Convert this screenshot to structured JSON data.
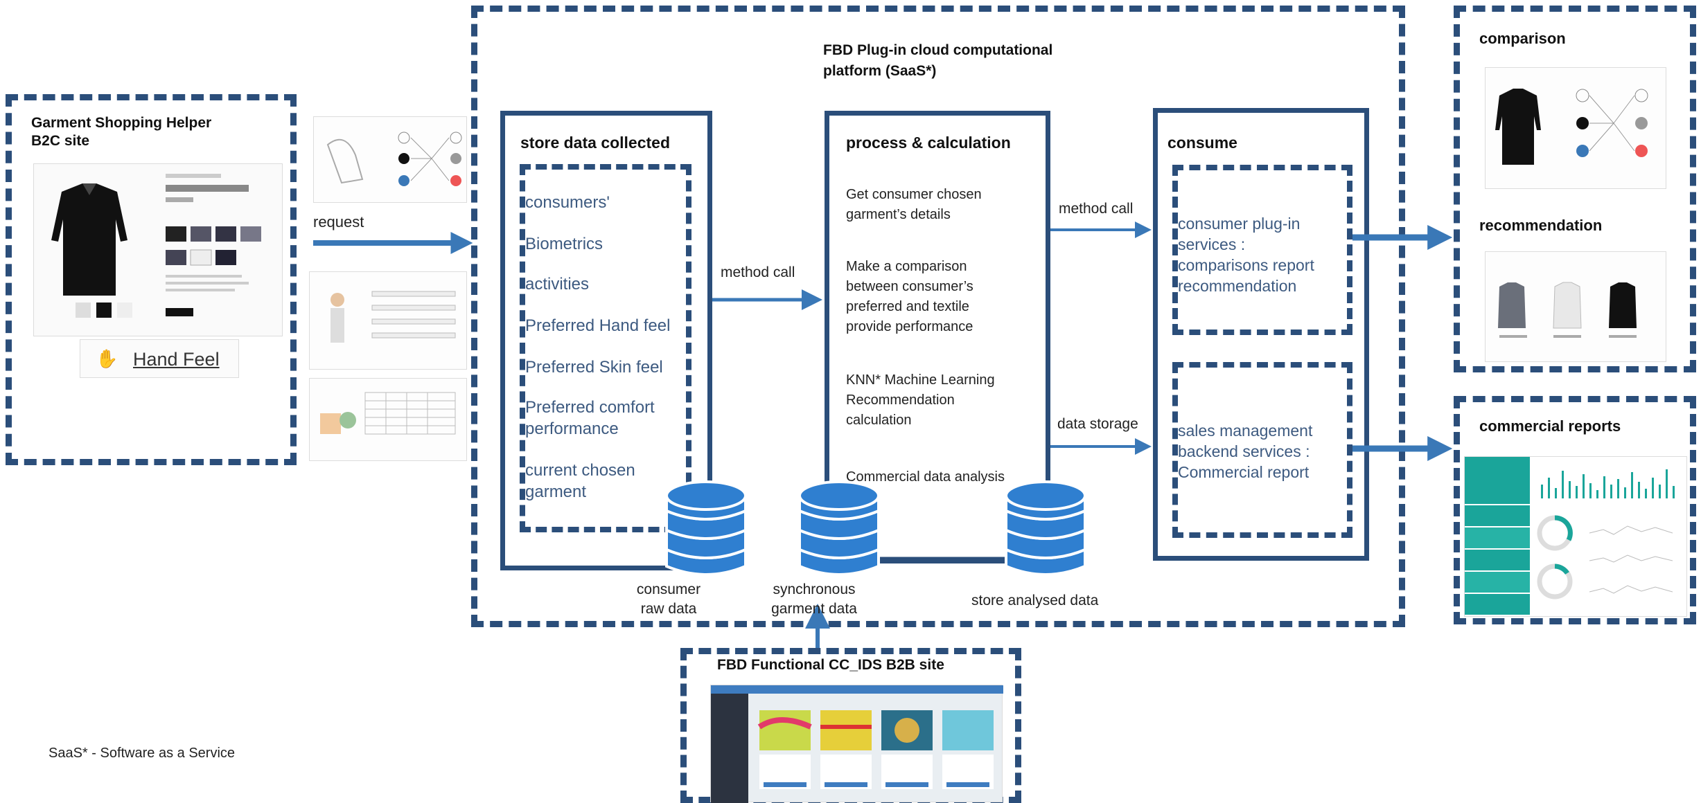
{
  "platform": {
    "title_line1": "FBD Plug-in cloud computational",
    "title_line2": "platform (SaaS*)"
  },
  "b2c": {
    "title_line1": "Garment Shopping Helper",
    "title_line2": "B2C site",
    "hand_feel": "Hand Feel",
    "request_label": "request"
  },
  "store_data": {
    "title": "store data  collected",
    "items": [
      "consumers'",
      "Biometrics",
      "activities",
      "Preferred Hand feel",
      "Preferred Skin feel",
      "Preferred comfort",
      "performance",
      "current  chosen",
      "garment"
    ]
  },
  "process": {
    "title": "process & calculation",
    "items": [
      [
        "Get consumer chosen",
        "garment’s details"
      ],
      [
        "Make a comparison",
        "between consumer’s",
        "preferred and textile",
        "provide performance"
      ],
      [
        "KNN* Machine Learning",
        "Recommendation",
        "calculation"
      ],
      [
        "Commercial data analysis"
      ]
    ]
  },
  "consume": {
    "title": "consume",
    "plugin_lines": [
      "consumer plug-in",
      "services :",
      "comparisons report",
      "recommendation"
    ],
    "backend_lines": [
      " sales management",
      "backend services :",
      "Commercial report"
    ]
  },
  "connectors": {
    "method_call_1": "method call",
    "method_call_2": "method call",
    "data_storage": "data storage"
  },
  "databases": {
    "raw_line1": "consumer",
    "raw_line2": "raw data",
    "sync_line1": "synchronous",
    "sync_line2": "garment data",
    "analysed": "store analysed data"
  },
  "outputs": {
    "comparison": "comparison",
    "recommendation": "recommendation",
    "commercial": "commercial reports"
  },
  "b2b": {
    "title": "FBD Functional CC_IDS B2B site"
  },
  "footnote": "SaaS* - Software  as  a Service",
  "colors": {
    "border": "#2b4e7a",
    "arrow": "#3a78b7",
    "list_text": "#3d5a80",
    "teal": "#1aa59a"
  }
}
